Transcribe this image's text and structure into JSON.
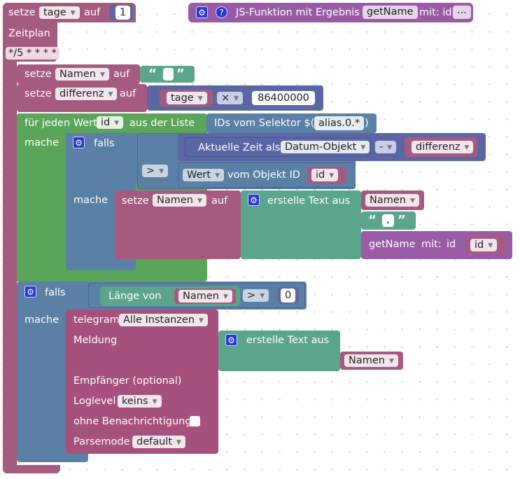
{
  "colors": {
    "variable": "#a55b80",
    "loop": "#5ba55b",
    "logic": "#5b80a5",
    "math": "#5b67a5",
    "text": "#5ba58c",
    "procedure": "#995ba5",
    "sendto": "#a5507d"
  },
  "top": {
    "set_label": "setze",
    "var": "tage",
    "to_label": "auf",
    "value": "1"
  },
  "jsfunc": {
    "label": "JS-Funktion mit Ergebnis",
    "name": "getName",
    "with": "mit: id",
    "more": "..."
  },
  "schedule": {
    "label": "Zeitplan",
    "cron": "*/5 * * * *"
  },
  "set_names": {
    "set_label": "setze",
    "var": "Namen",
    "to_label": "auf",
    "open_quote": "“",
    "close_quote": "”"
  },
  "set_diff": {
    "set_label": "setze",
    "var": "differenz",
    "to_label": "auf",
    "operand": "tage",
    "op": "×",
    "number": "86400000"
  },
  "foreach": {
    "label": "für jeden Wert",
    "var": "id",
    "list_label": "aus der Liste",
    "selector_label": "IDs vom Selektor $(",
    "selector": "alias.0.*",
    "close": ")",
    "do_label": "mache"
  },
  "if1": {
    "if_label": "falls",
    "now_label": "Aktuelle Zeit als",
    "now_format": "Datum-Objekt",
    "minus": "-",
    "diff_var": "differenz",
    "compare": ">",
    "value_label": "Wert",
    "of_object": "vom Objekt ID",
    "id_var": "id",
    "do_label": "mache",
    "set_label": "setze",
    "set_var": "Namen",
    "to_label": "auf",
    "create_text": "erstelle Text aus",
    "join_var": "Namen",
    "sep_open": "“",
    "sep": ",",
    "sep_close": "”",
    "call_name": "getName",
    "call_with": "mit:",
    "call_param": "id",
    "call_arg": "id"
  },
  "if2": {
    "if_label": "falls",
    "length_label": "Länge von",
    "length_var": "Namen",
    "compare": ">",
    "number": "0",
    "do_label": "mache"
  },
  "telegram": {
    "label": "telegram",
    "instance": "Alle Instanzen",
    "message_label": "Meldung",
    "create_text": "erstelle Text aus",
    "text_var": "Namen",
    "recipient_label": "Empfänger (optional)",
    "loglevel_label": "Loglevel",
    "loglevel": "keins",
    "silent_label": "ohne Benachrichtigung",
    "parsemode_label": "Parsemode",
    "parsemode": "default"
  }
}
